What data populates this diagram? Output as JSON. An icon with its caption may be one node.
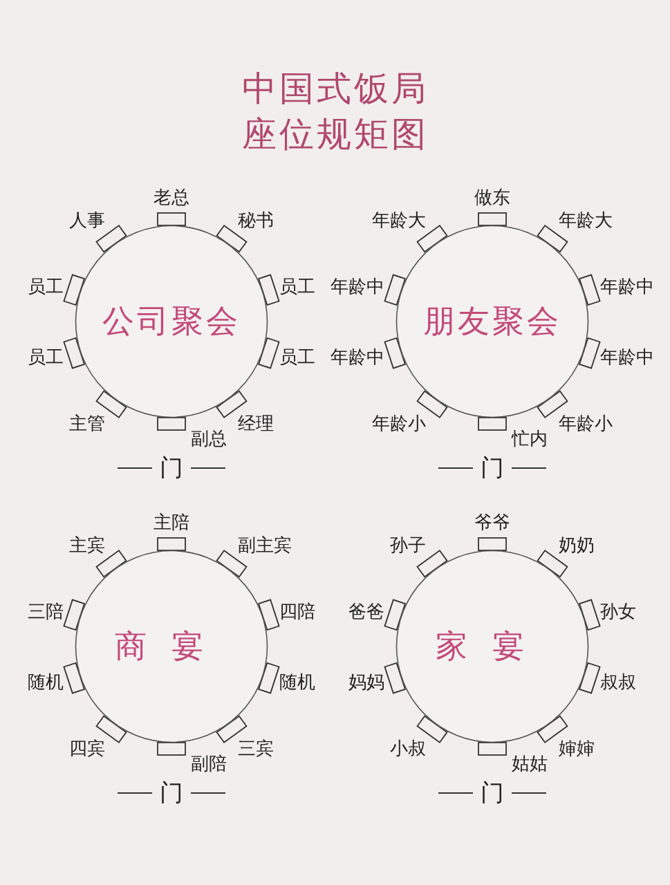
{
  "diagram": {
    "title": "中国式饭局座位规矩图",
    "nodes": [
      {
        "text": [
          "公司聚会"
        ]
      },
      {
        "text": [
          "老总"
        ]
      },
      {
        "text": [
          "秘书"
        ]
      },
      {
        "text": [
          "员工"
        ]
      },
      {
        "text": [
          "员工"
        ]
      },
      {
        "text": [
          "经理"
        ]
      },
      {
        "text": [
          "副总"
        ]
      },
      {
        "text": [
          "主管"
        ]
      },
      {
        "text": [
          "员工"
        ]
      },
      {
        "text": [
          "员工"
        ]
      },
      {
        "text": [
          "人事"
        ]
      },
      {
        "text": [
          "朋友聚会"
        ]
      },
      {
        "text": [
          "做东"
        ]
      },
      {
        "text": [
          "年龄大"
        ]
      },
      {
        "text": [
          "年龄中"
        ]
      },
      {
        "text": [
          "年龄中"
        ]
      },
      {
        "text": [
          "年龄小"
        ]
      },
      {
        "text": [
          "忙内"
        ]
      },
      {
        "text": [
          "年龄小"
        ]
      },
      {
        "text": [
          "年龄中"
        ]
      },
      {
        "text": [
          "年龄中"
        ]
      },
      {
        "text": [
          "年龄大"
        ]
      },
      {
        "text": [
          "商宴"
        ]
      },
      {
        "text": [
          "主陪"
        ]
      },
      {
        "text": [
          "副主宾"
        ]
      },
      {
        "text": [
          "四陪"
        ]
      },
      {
        "text": [
          "随机"
        ]
      },
      {
        "text": [
          "三宾"
        ]
      },
      {
        "text": [
          "副陪"
        ]
      },
      {
        "text": [
          "四宾"
        ]
      },
      {
        "text": [
          "随机"
        ]
      },
      {
        "text": [
          "三陪"
        ]
      },
      {
        "text": [
          "主宾"
        ]
      },
      {
        "text": [
          "家宴"
        ]
      },
      {
        "text": [
          "爷爷"
        ]
      },
      {
        "text": [
          "奶奶"
        ]
      },
      {
        "text": [
          "孙女"
        ]
      },
      {
        "text": [
          "叔叔"
        ]
      },
      {
        "text": [
          "婶婶"
        ]
      },
      {
        "text": [
          "姑姑"
        ]
      },
      {
        "text": [
          "小叔"
        ]
      },
      {
        "text": [
          "妈妈"
        ]
      },
      {
        "text": [
          "爸爸"
        ]
      },
      {
        "text": [
          "孙子"
        ]
      }
    ],
    "labels": [
      "门",
      "门",
      "门",
      "门"
    ]
  }
}
